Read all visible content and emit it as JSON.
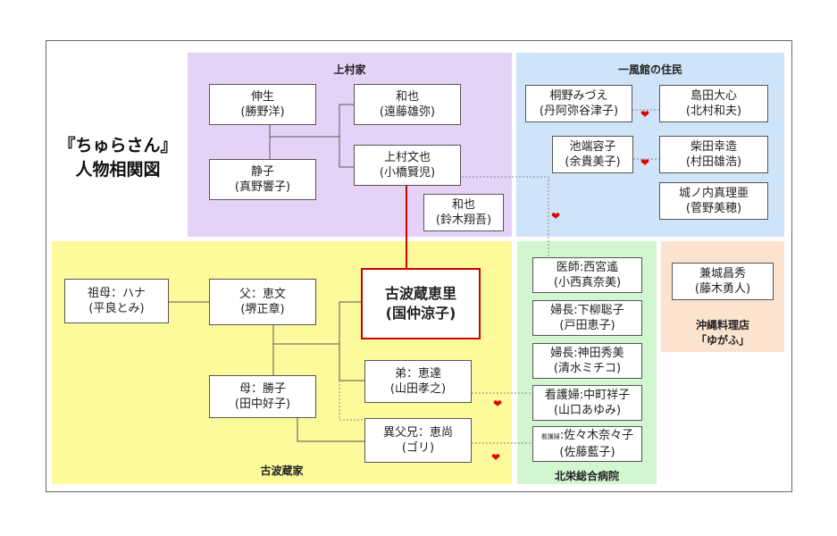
{
  "title": [
    "『ちゅらさん』",
    "人物相関図"
  ],
  "regions": {
    "uemura": "上村家",
    "ippukan": "一風館の住民",
    "kohagura": "古波蔵家",
    "hokuei": "北栄総合病院",
    "yugafu": [
      "沖縄料理店",
      "「ゆがふ」"
    ]
  },
  "nodes": {
    "shinsei": [
      "伸生",
      "(勝野洋)"
    ],
    "kazuya_endo": [
      "和也",
      "(遠藤雄弥)"
    ],
    "shizuko": [
      "静子",
      "(真野響子)"
    ],
    "fumiya": [
      "上村文也",
      "(小橋賢児)"
    ],
    "kazuya_suzuki": [
      "和也",
      "(鈴木翔吾)"
    ],
    "kirino": [
      "桐野みづえ",
      "(丹阿弥谷津子)"
    ],
    "shimada": [
      "島田大心",
      "(北村和夫)"
    ],
    "ikehata": [
      "池端容子",
      "(余貴美子)"
    ],
    "shibata": [
      "柴田幸造",
      "(村田雄浩)"
    ],
    "shironouchi": [
      "城ノ内真理亜",
      "(菅野美穂)"
    ],
    "grandmother": [
      "祖母：ハナ",
      "(平良とみ)"
    ],
    "father": [
      "父：恵文",
      "(堺正章)"
    ],
    "eri": [
      "古波蔵恵里",
      "(国仲涼子)"
    ],
    "mother": [
      "母：勝子",
      "(田中好子)"
    ],
    "keitatsu": [
      "弟：恵達",
      "(山田孝之)"
    ],
    "keisho": [
      "異父兄：恵尚",
      "(ゴリ)"
    ],
    "nishimiya": [
      "医師:西宮遙",
      "(小西真奈美)"
    ],
    "shimoyanagi": [
      "婦長:下柳聡子",
      "(戸田恵子)"
    ],
    "kamida": [
      "婦長:神田秀美",
      "(清水ミチコ)"
    ],
    "nakamachi": [
      "看護婦:中町祥子",
      "(山口あゆみ)"
    ],
    "sasaki": [
      "看護婦",
      ":佐々木奈々子",
      "(佐藤藍子)"
    ],
    "kaneshiro": [
      "兼城昌秀",
      "(藤木勇人)"
    ]
  },
  "colors": {
    "uemura_bg": "#e6d2f6",
    "ippukan_bg": "#cfe4f9",
    "kohagura_bg": "#fdfa9c",
    "hokuei_bg": "#d2f6d0",
    "yugafu_bg": "#fbe3cf",
    "main_border": "#d00000",
    "heart": "#e00000"
  },
  "heart_glyph": "❤"
}
